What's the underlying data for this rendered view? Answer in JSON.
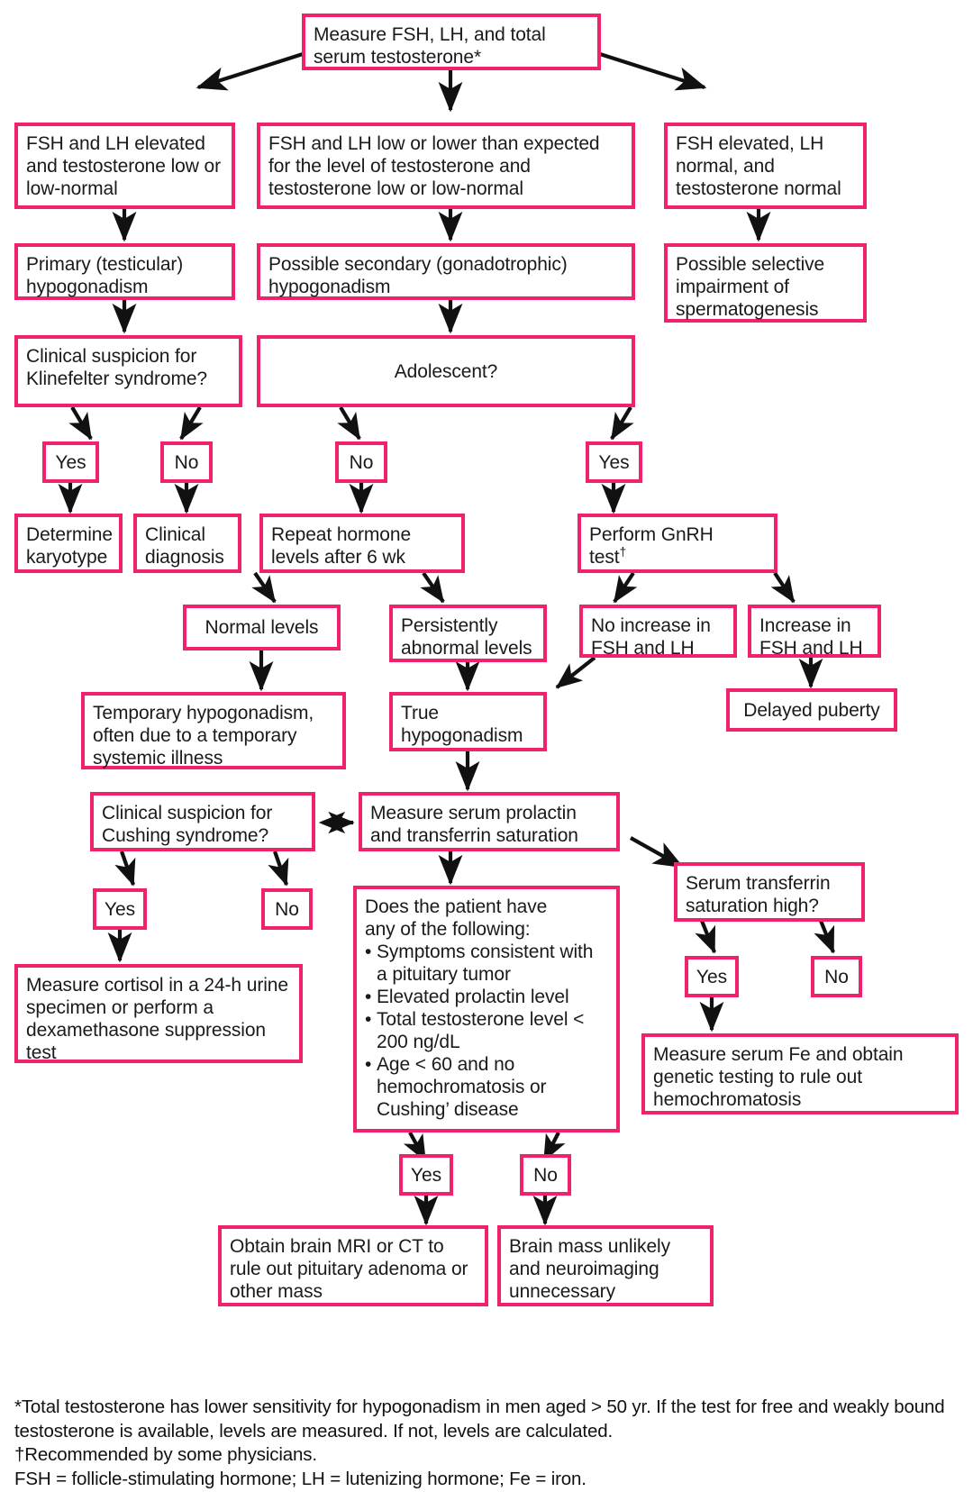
{
  "diagram": {
    "title": "Evaluation of hypogonadism in men",
    "accent_color": "#f0226e",
    "text_color": "#1a1a1a",
    "background": "#ffffff"
  },
  "nodes": {
    "n01": "Measure FSH, LH, and total serum testosterone*",
    "n02": "FSH and LH elevated and testosterone low or low-normal",
    "n03": "FSH and LH low or lower than expected for the level of testosterone and testosterone low or low-normal",
    "n04": "FSH elevated, LH normal, and testosterone normal",
    "n05": "Primary (testicular) hypogonadism",
    "n06": "Possible secondary (gonadotrophic) hypogonadism",
    "n07": "Possible selective impairment of spermatogenesis",
    "n08_line1": "Clinical suspicion for",
    "n08_line2": "Klinefelter   syndrome?",
    "n09": "Adolescent?",
    "n10": "Yes",
    "n11": "No",
    "n12": "No",
    "n13": "Yes",
    "n14": "Determine karyotype",
    "n15": "Clinical diagnosis",
    "n16": "Repeat hormone levels after 6 wk",
    "n17_line1": "Perform GnRH",
    "n17_line2": "test",
    "n17_dagger": "†",
    "n18": "Normal levels",
    "n19": "Persistently abnormal levels",
    "n20": "No increase in FSH and LH",
    "n21": "Increase in FSH and LH",
    "n22": "Temporary hypogonadism, often due to a temporary systemic illness",
    "n23": "True hypogonadism",
    "n24": "Delayed puberty",
    "n25_line1": "Clinical suspicion for",
    "n25_line2": "Cushing   syndrome?",
    "n26": "Measure serum prolactin and transferrin saturation",
    "n27": "Serum transferrin saturation high?",
    "n28": "Yes",
    "n29": "No",
    "n30": "Yes",
    "n31": "No",
    "n32": "Measure cortisol in a 24-h urine specimen or perform a dexamethasone suppression test",
    "n33_head_line1": "Does the patient have",
    "n33_head_line2": "any of the following:",
    "n33_bullets": [
      "Symptoms consistent with a pituitary tumor",
      "Elevated prolactin level",
      "Total testosterone level < 200 ng/dL",
      "Age < 60 and no hemochromatosis or Cushing’  disease"
    ],
    "n34": "Measure serum Fe and obtain genetic testing to rule out hemochromatosis",
    "n35": "Yes",
    "n36": "No",
    "n37": "Obtain brain MRI or CT to rule out pituitary adenoma or other mass",
    "n38": "Brain mass unlikely and neuroimaging unnecessary"
  },
  "footnotes": {
    "line1": "*Total testosterone has lower sensitivity for hypogonadism in men aged > 50 yr.  If the test for free and weakly bound testosterone is available, levels are measured.  If not, levels are calculated.",
    "line2": "†Recommended by some physicians.",
    "line3": "FSH = follicle-stimulating hormone; LH = lutenizing hormone; Fe = iron."
  }
}
